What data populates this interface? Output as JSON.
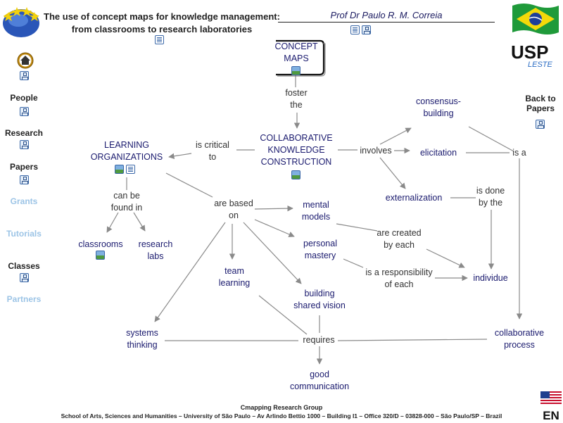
{
  "header": {
    "title_line1": "The use of concept maps for knowledge management:",
    "title_line2": "from classrooms to research laboratories",
    "author": "Prof Dr Paulo R. M. Correia"
  },
  "sidebar": {
    "items": [
      {
        "label": "People"
      },
      {
        "label": "Research"
      },
      {
        "label": "Papers"
      },
      {
        "label": "Grants"
      },
      {
        "label": "Tutorials"
      },
      {
        "label": "Classes"
      },
      {
        "label": "Partners"
      }
    ]
  },
  "back": {
    "line1": "Back to",
    "line2": "Papers"
  },
  "concepts": {
    "concept_maps": [
      "CONCEPT",
      "MAPS"
    ],
    "collab_knowledge": [
      "COLLABORATIVE",
      "KNOWLEDGE",
      "CONSTRUCTION"
    ],
    "learning_orgs": [
      "LEARNING",
      "ORGANIZATIONS"
    ],
    "consensus": [
      "consensus-",
      "building"
    ],
    "elicitation": [
      "elicitation"
    ],
    "externalization": [
      "externalization"
    ],
    "classrooms": [
      "classrooms"
    ],
    "research_labs": [
      "research",
      "labs"
    ],
    "mental_models": [
      "mental",
      "models"
    ],
    "personal_mastery": [
      "personal",
      "mastery"
    ],
    "team_learning": [
      "team",
      "learning"
    ],
    "shared_vision": [
      "building",
      "shared vision"
    ],
    "individue": [
      "individue"
    ],
    "systems_thinking": [
      "systems",
      "thinking"
    ],
    "collab_process": [
      "collaborative",
      "process"
    ],
    "good_comm": [
      "good",
      "communication"
    ]
  },
  "links": {
    "foster": [
      "foster",
      "the"
    ],
    "critical": [
      "is critical",
      "to"
    ],
    "involves": [
      "involves"
    ],
    "is_a": [
      "is a"
    ],
    "done_by": [
      "is done",
      "by the"
    ],
    "can_be": [
      "can be",
      "found in"
    ],
    "based_on": [
      "are based",
      "on"
    ],
    "created_by": [
      "are created",
      "by each"
    ],
    "responsibility": [
      "is a responsibility",
      "of each"
    ],
    "requires": [
      "requires"
    ]
  },
  "footer": {
    "line1": "Cmapping Research Group",
    "line2": "School of Arts, Sciences and Humanities – University of São Paulo – Av Arlindo Bettio 1000 – Building I1 – Office 320/D – 03828-000 – São Paulo/SP – Brazil"
  },
  "lang": "EN",
  "logo_text": "USP",
  "logo_sub": "LESTE",
  "colors": {
    "concept": "#1a1a6e",
    "nav_dim": "#9cc4e6",
    "arrow": "#8a8a8a"
  }
}
